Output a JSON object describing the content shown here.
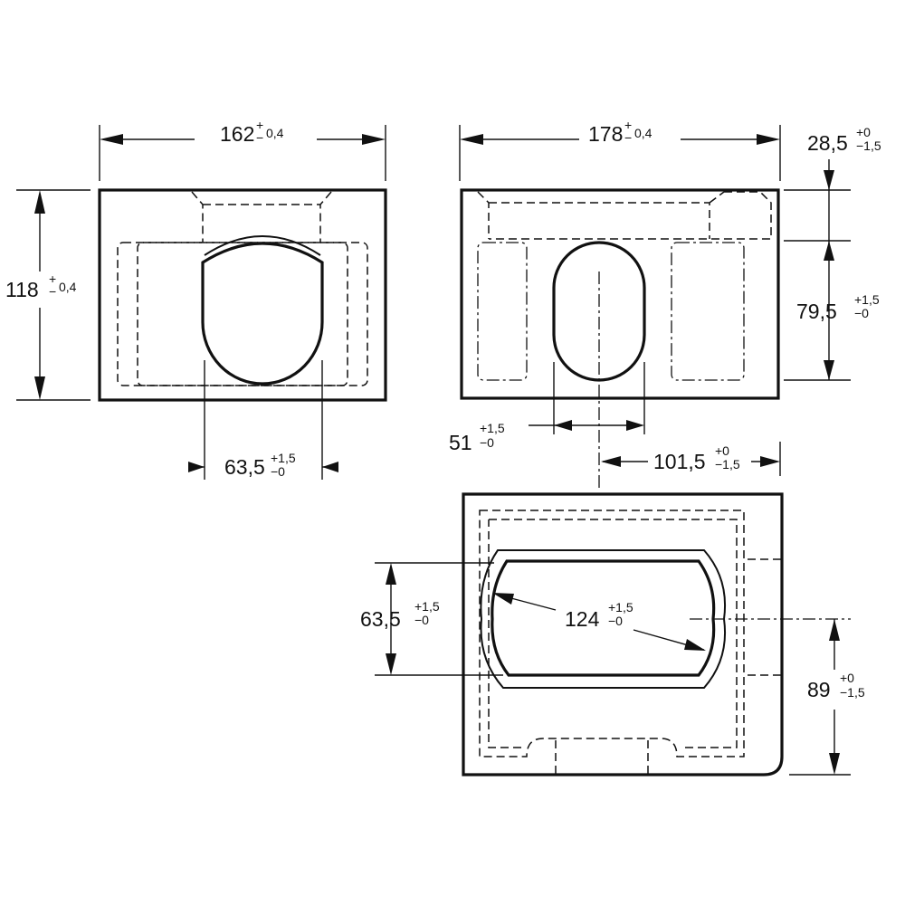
{
  "dimensions": {
    "view1_width": {
      "value": "162",
      "upper": "+",
      "lower": "−",
      "tol": "0,4"
    },
    "view1_height": {
      "value": "118",
      "upper": "+",
      "lower": "−",
      "tol": "0,4"
    },
    "view1_opening": {
      "value": "63,5",
      "upper": "+1,5",
      "lower": "−0"
    },
    "view2_width": {
      "value": "178",
      "upper": "+",
      "lower": "−",
      "tol": "0,4"
    },
    "view2_top": {
      "value": "28,5",
      "upper": "+0",
      "lower": "−1,5"
    },
    "view2_height": {
      "value": "79,5",
      "upper": "+1,5",
      "lower": "−0"
    },
    "view2_opening": {
      "value": "51",
      "upper": "+1,5",
      "lower": "−0"
    },
    "view2_offset": {
      "value": "101,5",
      "upper": "+0",
      "lower": "−1,5"
    },
    "view3_height": {
      "value": "63,5",
      "upper": "+1,5",
      "lower": "−0"
    },
    "view3_length": {
      "value": "124",
      "upper": "+1,5",
      "lower": "−0"
    },
    "view3_offset": {
      "value": "89",
      "upper": "+0",
      "lower": "−1,5"
    }
  }
}
